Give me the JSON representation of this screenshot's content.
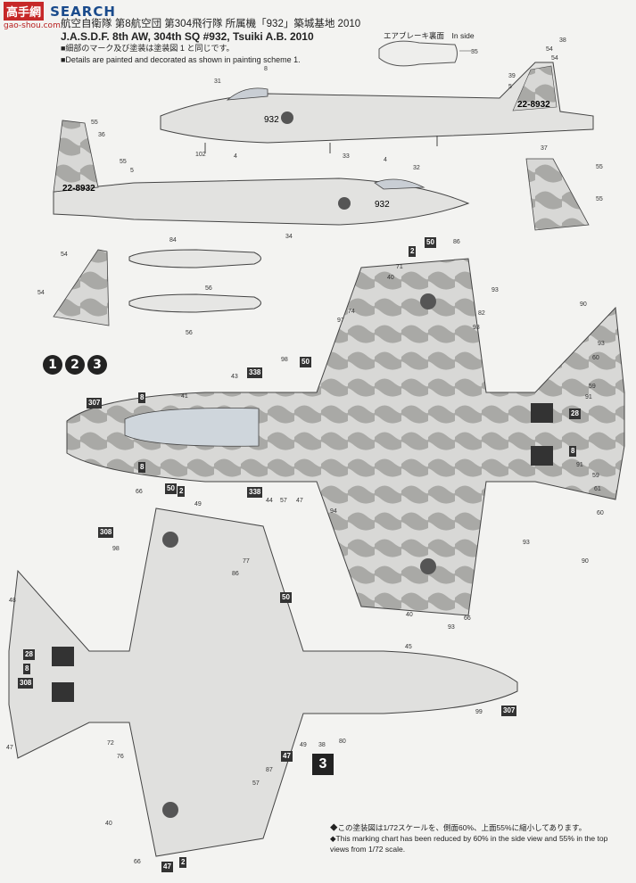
{
  "watermark": {
    "logo": "高手網",
    "search": "SEARCH",
    "url": "gao-shou.com"
  },
  "header": {
    "title_jp": "航空自衛隊 第8航空団 第304飛行隊 所属機「932」築城基地 2010",
    "title_en": "J.A.S.D.F. 8th AW, 304th SQ #932, Tsuiki A.B. 2010",
    "note_jp": "■細部のマーク及び塗装は塗装図 1 と同じです。",
    "note_en": "■Details are painted and decorated as shown in painting scheme 1."
  },
  "airbrake": {
    "title": "エアブレーキ裏面　In side",
    "label": "35"
  },
  "side_top": {
    "serial": "932",
    "tail_serial": "22-8932",
    "callouts": [
      "31",
      "8",
      "33",
      "102",
      "4",
      "5",
      "37",
      "36",
      "54",
      "39",
      "54",
      "5",
      "38"
    ]
  },
  "side_bottom": {
    "serial": "932",
    "tail_serial": "22-8932",
    "callouts": [
      "55",
      "36",
      "55",
      "5",
      "4",
      "32",
      "34"
    ]
  },
  "tanks": {
    "callouts": [
      "84",
      "56",
      "56"
    ]
  },
  "fins": {
    "callouts": [
      "55",
      "55",
      "54",
      "54"
    ]
  },
  "scheme_badges": [
    "1",
    "2",
    "3"
  ],
  "plan_top": {
    "badges": [
      "2",
      "50",
      "307",
      "8",
      "8",
      "338",
      "338",
      "28",
      "8",
      "50"
    ],
    "callouts": [
      "86",
      "93",
      "71",
      "40",
      "74",
      "97",
      "82",
      "93",
      "90",
      "93",
      "60",
      "91",
      "59",
      "41",
      "43",
      "98",
      "44",
      "57",
      "47",
      "94",
      "91",
      "61",
      "60",
      "59",
      "93",
      "90",
      "40",
      "66",
      "93"
    ]
  },
  "plan_bottom": {
    "badges": [
      "50",
      "2",
      "308",
      "28",
      "8",
      "308",
      "50",
      "307",
      "47",
      "47",
      "2",
      "3"
    ],
    "callouts": [
      "66",
      "49",
      "77",
      "98",
      "86",
      "48",
      "45",
      "72",
      "76",
      "40",
      "66",
      "38",
      "87",
      "57",
      "99",
      "80",
      "49",
      "47"
    ]
  },
  "footer": {
    "jp": "◆この塗装図は1/72スケールを、側面60%、上面55%に縮小してあります。",
    "en": "◆This marking chart has been reduced by 60% in the side view and 55% in the top views from 1/72 scale."
  }
}
